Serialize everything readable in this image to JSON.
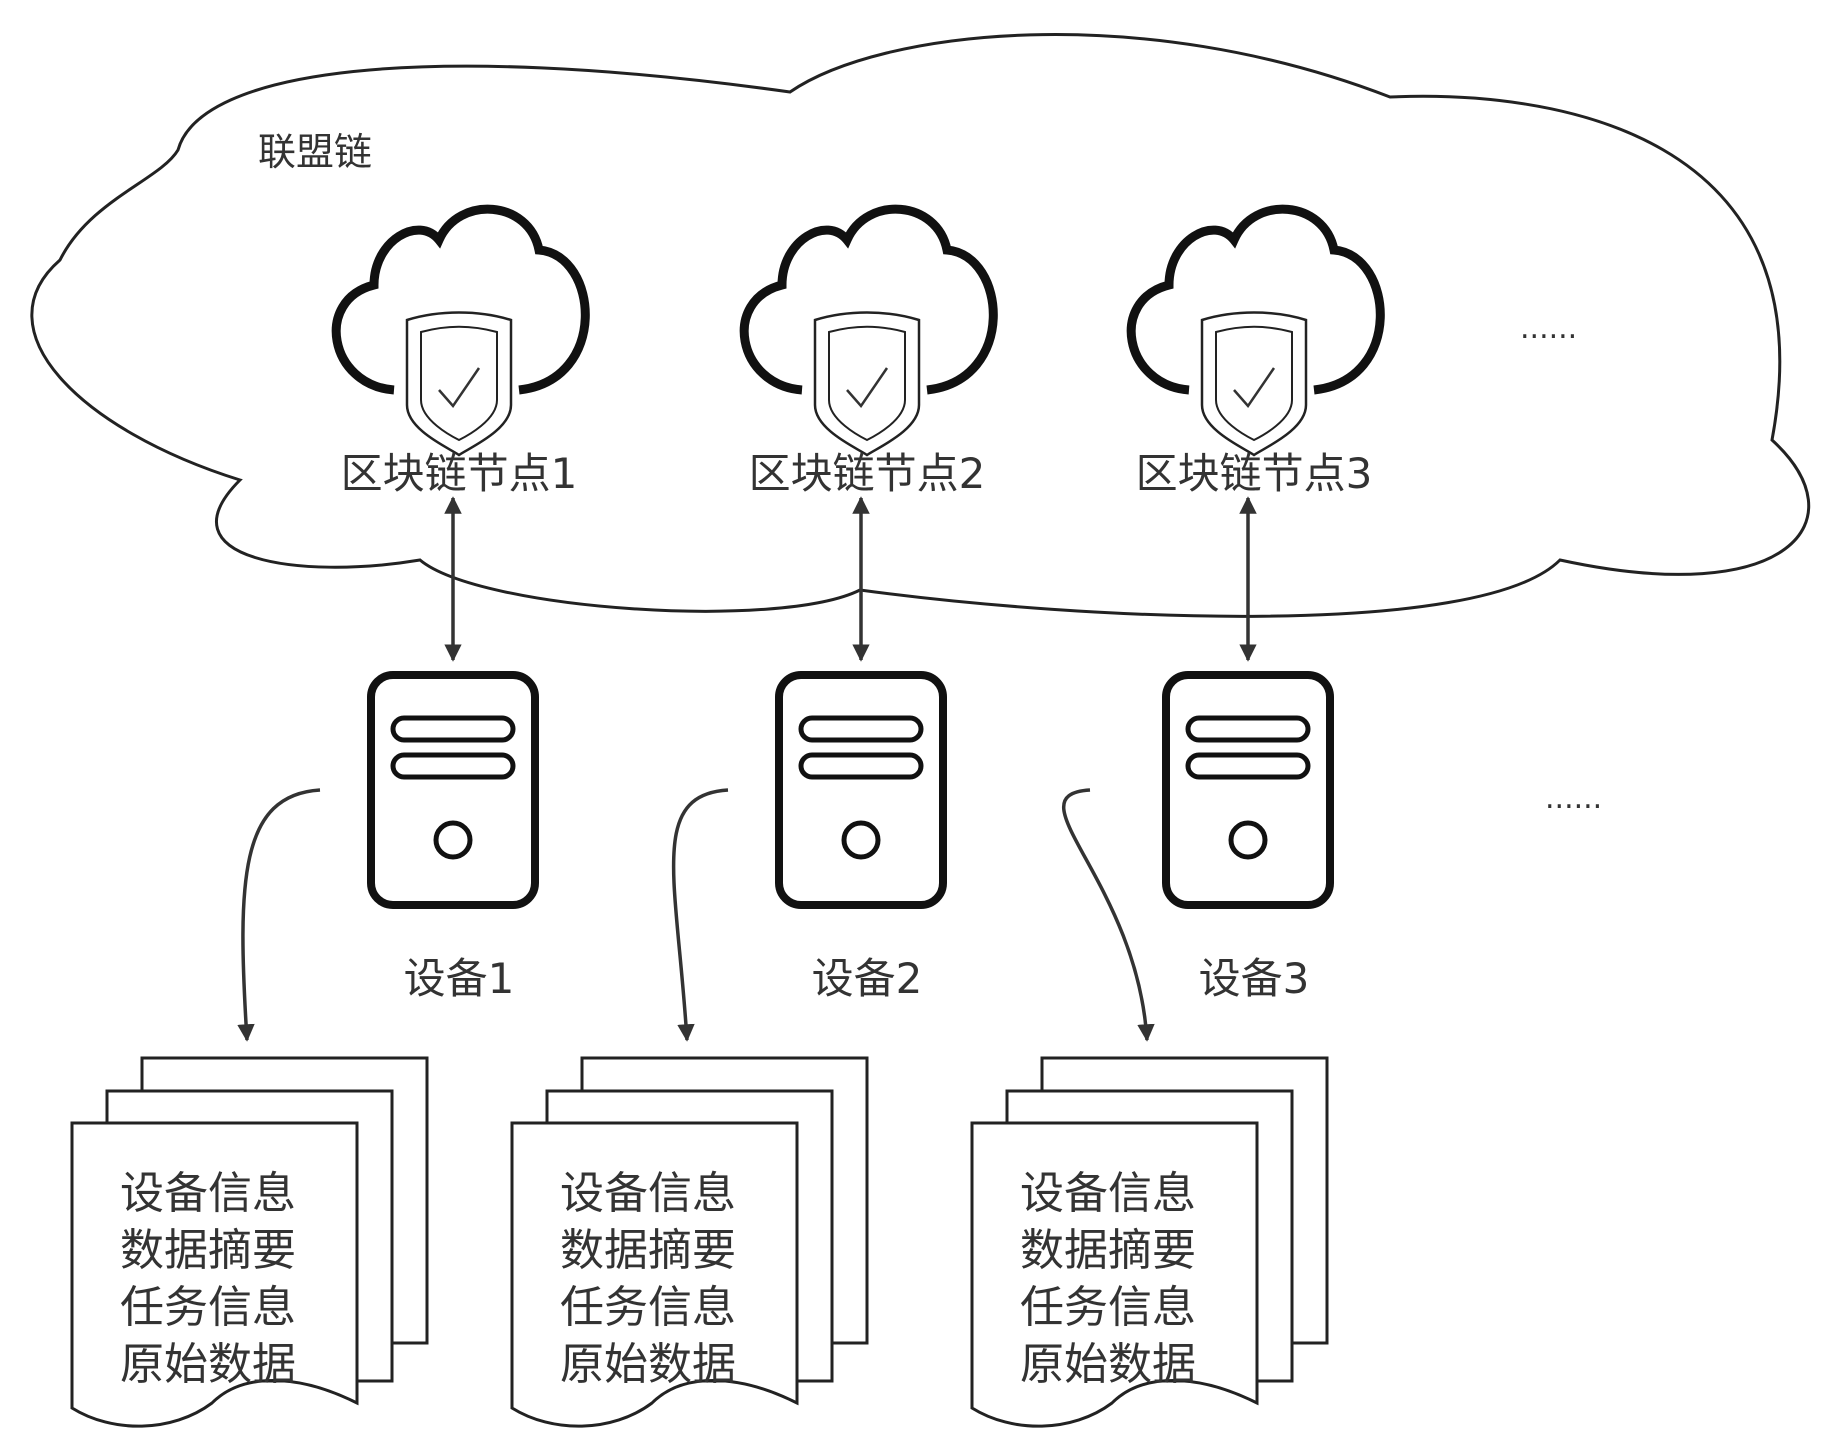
{
  "title": "联盟链",
  "ellipsis_nodes": "......",
  "ellipsis_devices": "......",
  "nodes": [
    {
      "label": "区块链节点1",
      "icon": "cloud-shield-check-icon"
    },
    {
      "label": "区块链节点2",
      "icon": "cloud-shield-check-icon"
    },
    {
      "label": "区块链节点3",
      "icon": "cloud-shield-check-icon"
    }
  ],
  "devices": [
    {
      "label": "设备1",
      "icon": "server-icon"
    },
    {
      "label": "设备2",
      "icon": "server-icon"
    },
    {
      "label": "设备3",
      "icon": "server-icon"
    }
  ],
  "documents": [
    {
      "lines": [
        "设备信息",
        "数据摘要",
        "任务信息",
        "原始数据"
      ]
    },
    {
      "lines": [
        "设备信息",
        "数据摘要",
        "任务信息",
        "原始数据"
      ]
    },
    {
      "lines": [
        "设备信息",
        "数据摘要",
        "任务信息",
        "原始数据"
      ]
    }
  ],
  "colors": {
    "stroke": "#222222",
    "arrow": "#333333",
    "text": "#333333"
  }
}
